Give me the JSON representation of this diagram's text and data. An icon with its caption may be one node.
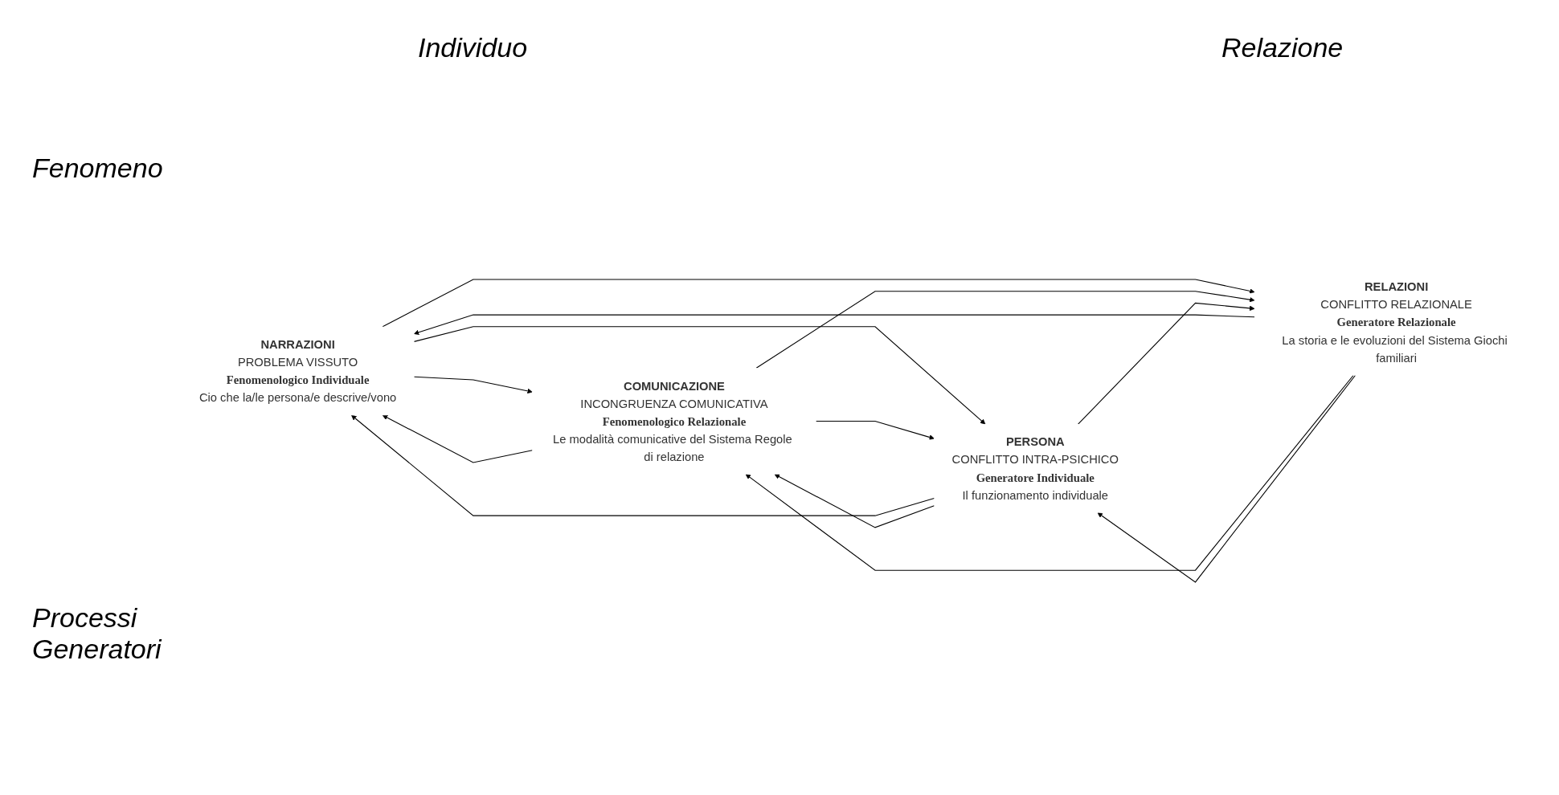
{
  "diagram": {
    "nodes": [
      {
        "text": [
          "NARRAZIONI",
          "PROBLEMA VISSUTO",
          "Fenomenologico Individuale",
          "Cio che la/le persona/e descrive/vono"
        ]
      },
      {
        "text": [
          "COMUNICAZIONE",
          "INCONGRUENZA COMUNICATIVA",
          "Fenomenologico Relazionale",
          "Le modalità comunicative del Sistema Regole di relazione"
        ]
      },
      {
        "text": [
          "PERSONA",
          "CONFLITTO INTRA-PSICHICO",
          "Generatore Individuale",
          "Il funzionamento individuale"
        ]
      },
      {
        "text": [
          "RELAZIONI",
          "CONFLITTO RELAZIONALE",
          "Generatore Relazionale",
          "La storia e le evoluzioni del Sistema Giochi familiari"
        ]
      }
    ],
    "edges": [
      {
        "from": 0,
        "to": 1,
        "arrow": "to"
      },
      {
        "from": 1,
        "to": 0,
        "arrow": "to"
      },
      {
        "from": 2,
        "to": 0,
        "arrow": "to"
      },
      {
        "from": 0,
        "to": 2,
        "arrow": "to"
      },
      {
        "from": 0,
        "to": 3,
        "arrow": "to"
      },
      {
        "from": 3,
        "to": 0,
        "arrow": "to"
      },
      {
        "from": 2,
        "to": 1,
        "arrow": "to"
      },
      {
        "from": 1,
        "to": 2,
        "arrow": "to"
      },
      {
        "from": 3,
        "to": 1,
        "arrow": "to"
      },
      {
        "from": 1,
        "to": 3,
        "arrow": "to"
      },
      {
        "from": 2,
        "to": 3,
        "arrow": "to"
      },
      {
        "from": 3,
        "to": 2,
        "arrow": "to"
      }
    ],
    "labels": [
      "Individuo",
      "Relazione",
      "Fenomeno",
      "Processi Generatori"
    ]
  }
}
